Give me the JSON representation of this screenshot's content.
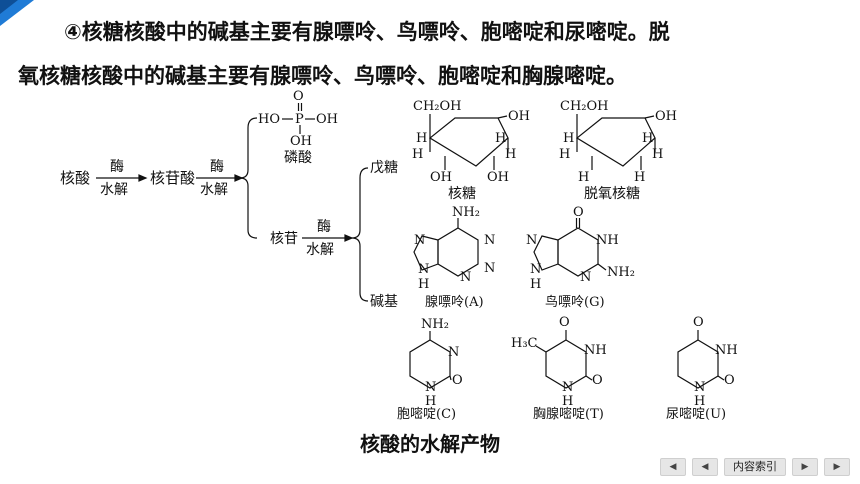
{
  "paragraph": {
    "line1": "④核糖核酸中的碱基主要有腺嘌呤、鸟嘌呤、胞嘧啶和尿嘧啶。脱",
    "line2": "氧核糖核酸中的碱基主要有腺嘌呤、鸟嘌呤、胞嘧啶和胸腺嘧啶。"
  },
  "figure": {
    "nucleic_acid": "核酸",
    "nucleotide": "核苷酸",
    "nucleoside": "核苷",
    "enzyme": "酶",
    "hydrolysis": "水解",
    "phosphate_formula": {
      "ho": "HO",
      "p": "P",
      "oh": "OH",
      "o": "O",
      "oh2": "OH"
    },
    "phosphate_label": "磷酸",
    "pentose_label": "戊糖",
    "base_label": "碱基",
    "ribose_label": "核糖",
    "deoxyribose_label": "脱氧核糖",
    "ch2oh": "CH₂OH",
    "oh": "OH",
    "h": "H",
    "nh2": "NH₂",
    "nh": "NH",
    "n": "N",
    "o": "O",
    "ch3": "H₃C",
    "adenine": "腺嘌呤(A)",
    "guanine": "鸟嘌呤(G)",
    "cytosine": "胞嘧啶(C)",
    "thymine": "胸腺嘧啶(T)",
    "uracil": "尿嘧啶(U)"
  },
  "caption": "核酸的水解产物",
  "nav": {
    "first": "◀",
    "prev": "◀",
    "index": "内容索引",
    "next": "▶",
    "last": "▶"
  },
  "colors": {
    "accent_blue": "#1f7bd6",
    "accent_dark": "#0e4f97"
  }
}
